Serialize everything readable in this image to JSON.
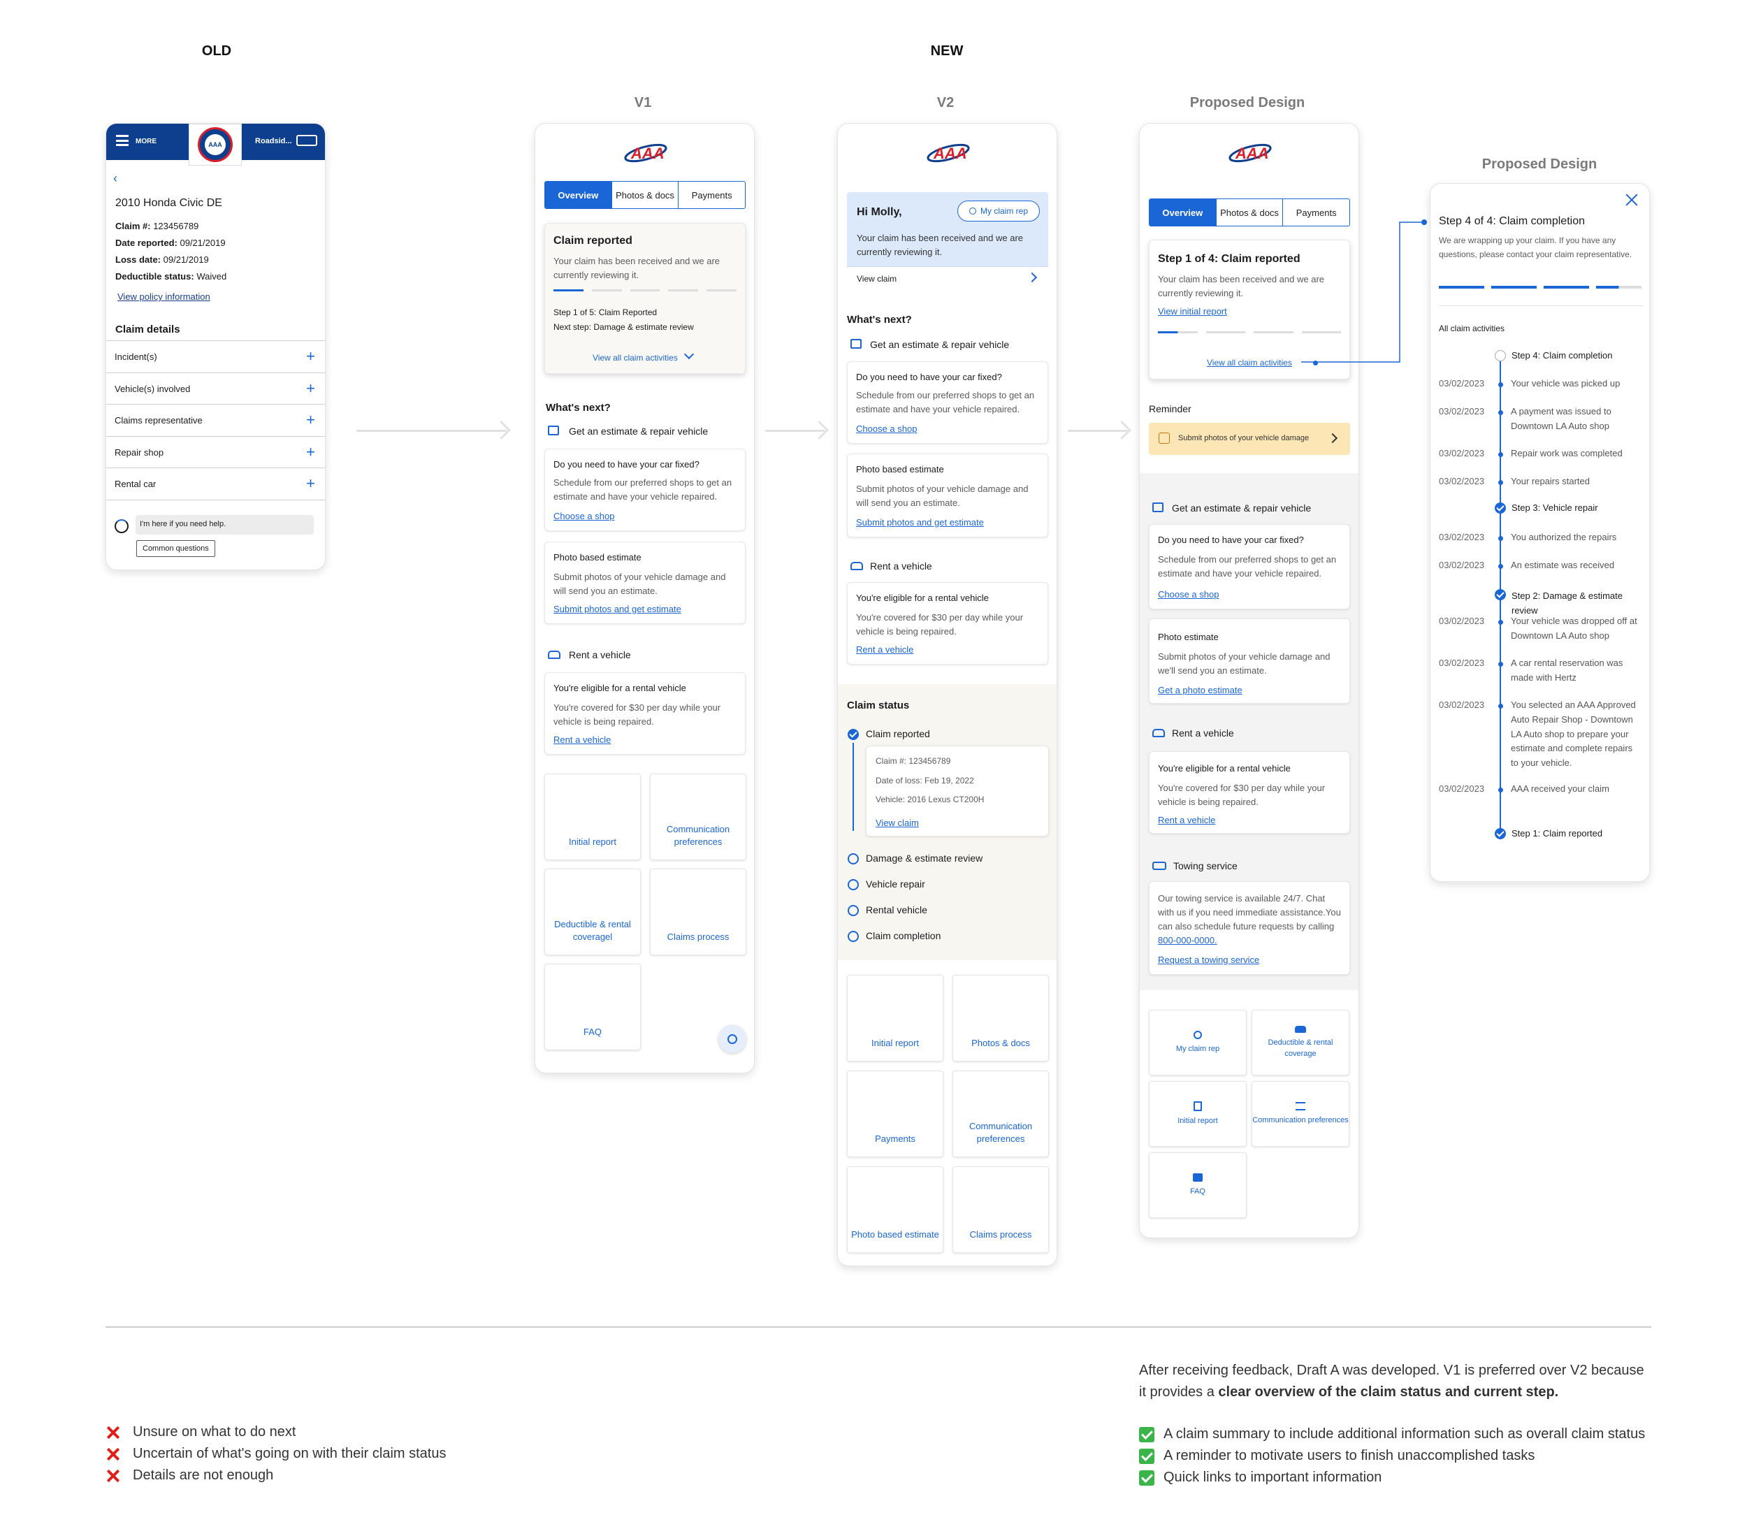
{
  "headings": {
    "old": "OLD",
    "new": "NEW"
  },
  "titles": {
    "v1": "V1",
    "v2": "V2",
    "proposed": "Proposed Design",
    "proposed_detail": "Proposed Design"
  },
  "old": {
    "menu_label": "MORE",
    "roadside": "Roadsid...",
    "car": "2010 Honda Civic DE",
    "claim_label": "Claim #:",
    "claim_value": "123456789",
    "reported_label": "Date reported:",
    "reported_value": "09/21/2019",
    "loss_label": "Loss date:",
    "loss_value": "09/21/2019",
    "deductible_label": "Deductible status:",
    "deductible_value": "Waived",
    "policy_link": "View policy information",
    "details_title": "Claim details",
    "rows": [
      "Incident(s)",
      "Vehicle(s) involved",
      "Claims representative",
      "Repair shop",
      "Rental car"
    ],
    "help": "I'm here if you need help.",
    "questions": "Common questions"
  },
  "v1": {
    "tabs": [
      "Overview",
      "Photos & docs",
      "Payments"
    ],
    "status_title": "Claim reported",
    "status_text": "Your claim has been received and we are currently reviewing it.",
    "step": "Step 1 of 5: Claim Reported",
    "next_step": "Next step: Damage & estimate review",
    "activities": "View all claim activities",
    "whats_next": "What's next?",
    "estimate_title": "Get an estimate & repair vehicle",
    "fix_q": "Do you need to have your car fixed?",
    "fix_text": "Schedule from our preferred shops to get an estimate and have your vehicle repaired.",
    "fix_link": "Choose a shop",
    "photo_title": "Photo based estimate",
    "photo_text": "Submit photos of your vehicle damage and will send you an estimate.",
    "photo_link": "Submit photos and get estimate",
    "rent_title": "Rent a vehicle",
    "rent_q": "You're eligible for a rental vehicle",
    "rent_text": "You're covered for $30 per day while your vehicle is being repaired.",
    "rent_link": "Rent a vehicle",
    "tiles": [
      "Initial report",
      "Communication preferences",
      "Deductible & rental coveragel",
      "Claims process",
      "FAQ"
    ]
  },
  "v2": {
    "greeting": "Hi Molly,",
    "rep_button": "My claim rep",
    "welcome_text": "Your claim has been received and we are currently reviewing it.",
    "view_claim": "View claim",
    "whats_next": "What's next?",
    "estimate_title": "Get an estimate & repair vehicle",
    "fix_q": "Do you need to have your car fixed?",
    "fix_text": "Schedule from our preferred shops to get an estimate and have your vehicle repaired.",
    "fix_link": "Choose a shop",
    "photo_title": "Photo based estimate",
    "photo_text": "Submit photos of your vehicle damage and will send you an estimate.",
    "photo_link": "Submit photos and get estimate",
    "rent_title": "Rent a vehicle",
    "rent_q": "You're eligible for a rental vehicle",
    "rent_text": "You're covered for $30 per day while your vehicle is being repaired.",
    "rent_link": "Rent a vehicle",
    "status_title": "Claim status",
    "reported": "Claim reported",
    "claim_no": "Claim #:  123456789",
    "loss": "Date of loss: Feb 19, 2022",
    "vehicle": "Vehicle: 2016 Lexus CT200H",
    "view_claim_link": "View claim",
    "steps": [
      "Damage & estimate review",
      "Vehicle repair",
      "Rental vehicle",
      "Claim completion"
    ],
    "tiles": [
      "Initial report",
      "Photos & docs",
      "Payments",
      "Communication preferences",
      "Photo based estimate",
      "Claims process"
    ]
  },
  "proposed": {
    "tabs": [
      "Overview",
      "Photos & docs",
      "Payments"
    ],
    "step_title": "Step 1 of 4: Claim reported",
    "step_text": "Your claim has been received and we are currently reviewing it.",
    "initial_link": "View initial report",
    "activities": "View all claim activities",
    "reminder": "Reminder",
    "reminder_text": "Submit photos of your vehicle damage",
    "estimate_title": "Get an estimate & repair vehicle",
    "fix_q": "Do you need to have your car fixed?",
    "fix_text": "Schedule from our preferred shops to get an estimate and have your vehicle repaired.",
    "fix_link": "Choose a shop",
    "photo_title": "Photo estimate",
    "photo_text": "Submit photos of your vehicle damage and we'll send you an estimate.",
    "photo_link": "Get a photo estimate",
    "rent_title": "Rent a vehicle",
    "rent_q": "You're eligible for a rental vehicle",
    "rent_text": "You're covered for $30 per day while your vehicle is being repaired.",
    "rent_link": "Rent a vehicle",
    "tow_title": "Towing service",
    "tow_text": "Our towing service is available 24/7. Chat with us if you need immediate assistance.You can also schedule future requests by calling",
    "tow_phone": "800-000-0000.",
    "tow_link": "Request a towing service",
    "tiles": [
      "My claim rep",
      "Deductible & rental coverage",
      "Initial report",
      "Communication preferences",
      "FAQ"
    ]
  },
  "detail": {
    "title": "Step 4 of 4: Claim completion",
    "text": "We are wrapping up your claim. If you have any questions, please contact your claim representative.",
    "all": "All claim activities",
    "step4": "Step 4: Claim completion",
    "step3": "Step 3: Vehicle repair",
    "step2": "Step 2: Damage & estimate review",
    "step1": "Step 1: Claim reported",
    "events": [
      {
        "date": "03/02/2023",
        "text": "Your vehicle was picked up"
      },
      {
        "date": "03/02/2023",
        "text": "A payment was issued to Downtown LA Auto shop"
      },
      {
        "date": "03/02/2023",
        "text": "Repair work was completed"
      },
      {
        "date": "03/02/2023",
        "text": "Your repairs started"
      },
      {
        "date": "03/02/2023",
        "text": "You authorized the repairs"
      },
      {
        "date": "03/02/2023",
        "text": "An estimate was received"
      },
      {
        "date": "03/02/2023",
        "text": "Your vehicle was dropped off at Downtown LA Auto shop"
      },
      {
        "date": "03/02/2023",
        "text": "A car rental reservation was made with Hertz"
      },
      {
        "date": "03/02/2023",
        "text": "You selected an AAA Approved Auto Repair Shop - Downtown LA Auto shop to prepare your estimate and complete repairs to your vehicle."
      },
      {
        "date": "03/02/2023",
        "text": "AAA received your claim"
      }
    ]
  },
  "problems": [
    "Unsure on what to do next",
    "Uncertain of what's going on with their claim status",
    "Details are not enough"
  ],
  "summary": {
    "line1": "After receiving feedback, Draft A was developed. V1 is preferred over V2 because",
    "line2_a": "it provides a ",
    "line2_b": "clear overview of the claim status and current step."
  },
  "improvements": [
    "A claim summary to include additional information such as overall claim status",
    "A reminder to motivate users to finish unaccomplished tasks",
    "Quick links to important information"
  ],
  "colors": {
    "brand": "#1a66d6",
    "old_header": "#0d3f8e",
    "reminder_bg": "#fce6b5",
    "aaa_red": "#d8202a"
  }
}
